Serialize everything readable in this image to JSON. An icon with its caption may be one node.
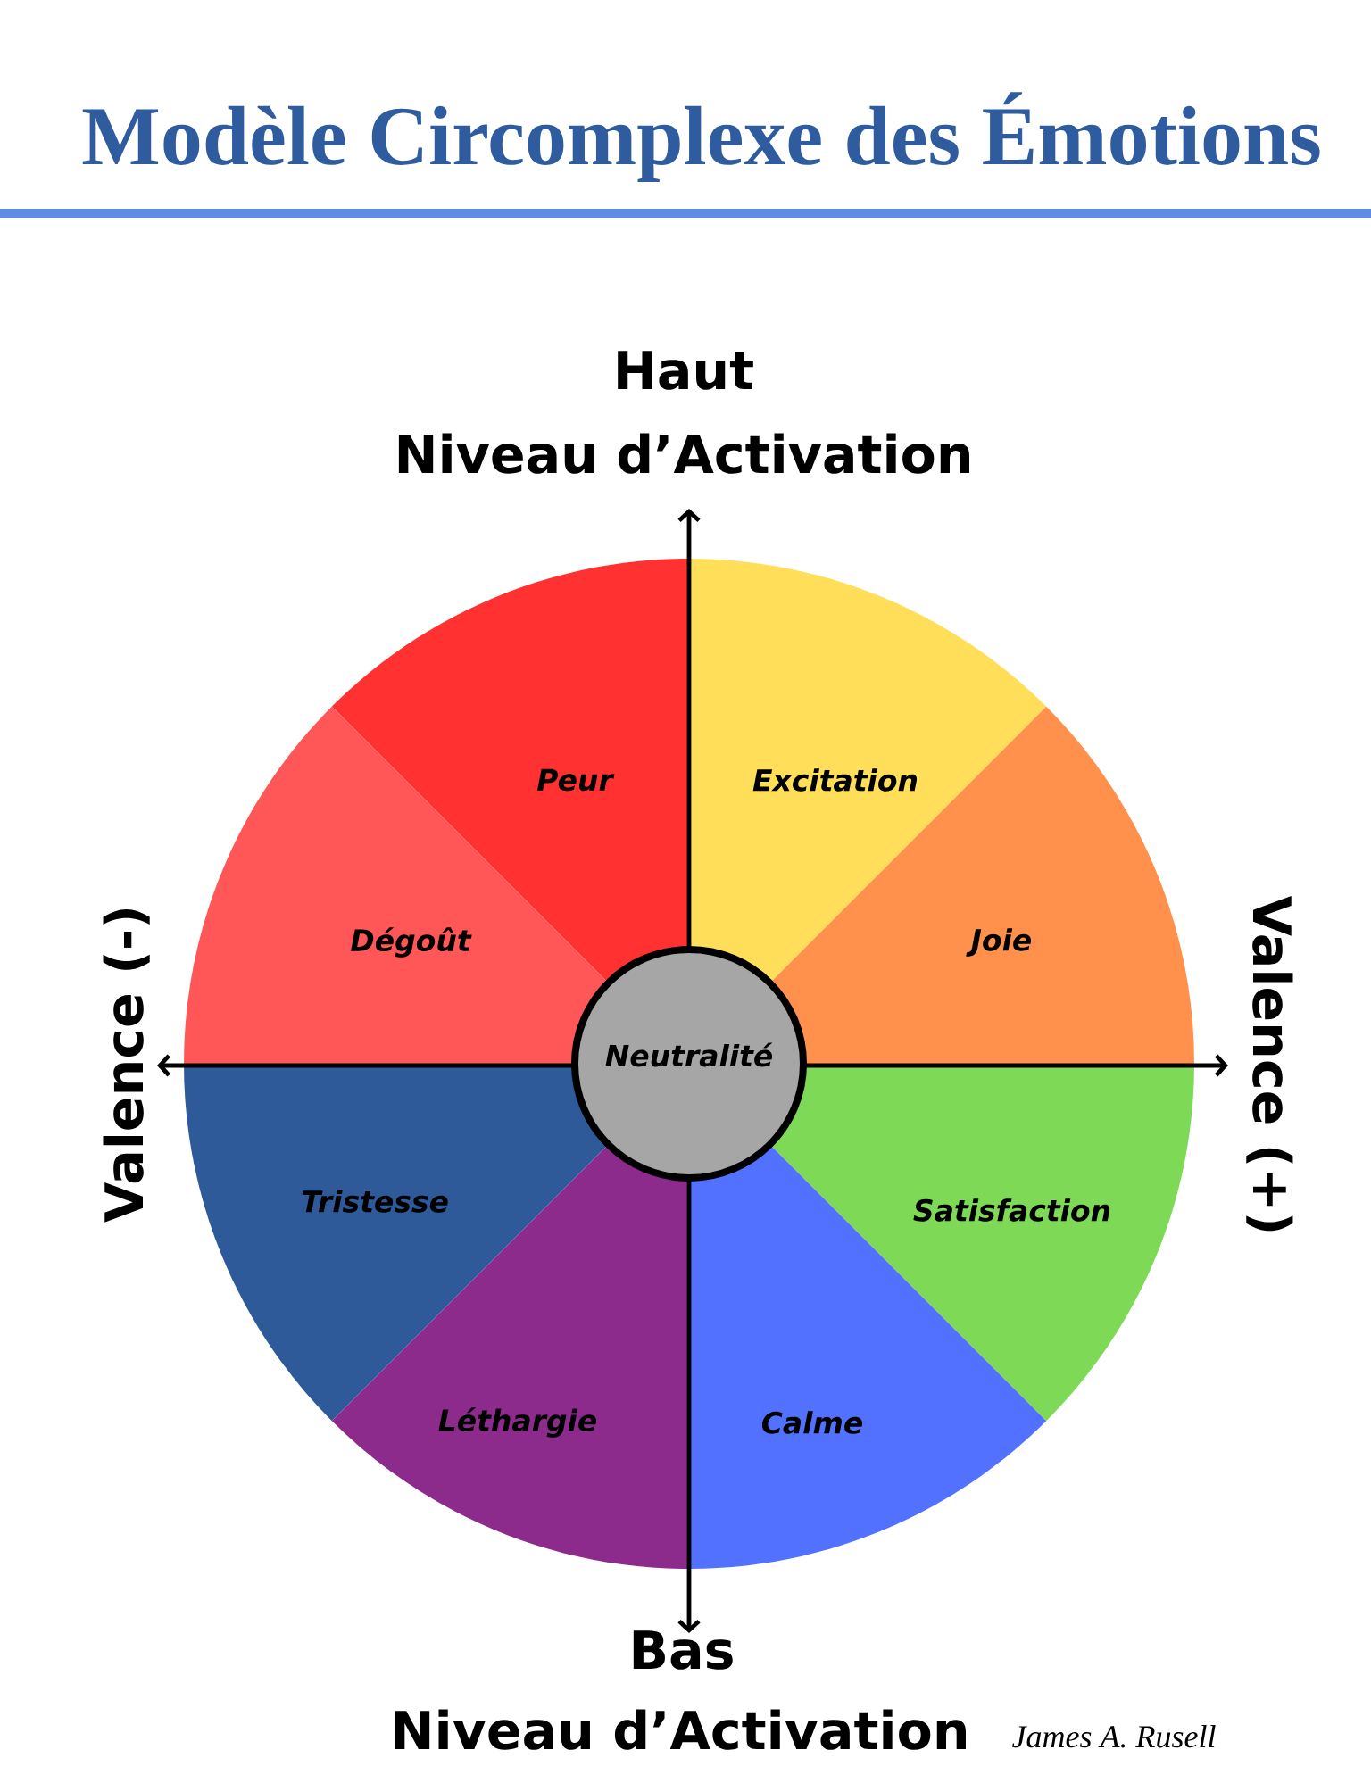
{
  "diagram": {
    "title": "Modèle Circomplexe des Émotions",
    "nodes": [
      {
        "text": [
          "Peur"
        ]
      },
      {
        "text": [
          "Excitation"
        ]
      },
      {
        "text": [
          "Dégoût"
        ]
      },
      {
        "text": [
          "Joie"
        ]
      },
      {
        "text": [
          "Neutralité"
        ]
      },
      {
        "text": [
          "Tristesse"
        ]
      },
      {
        "text": [
          "Satisfaction"
        ]
      },
      {
        "text": [
          "Léthargie"
        ]
      },
      {
        "text": [
          "Calme"
        ]
      }
    ],
    "labels": [
      "Haut",
      "Niveau d’Activation",
      "Valence (-)",
      "Valence (+)",
      "Bas",
      "Niveau d’Activation",
      "James A. Rusell"
    ]
  }
}
